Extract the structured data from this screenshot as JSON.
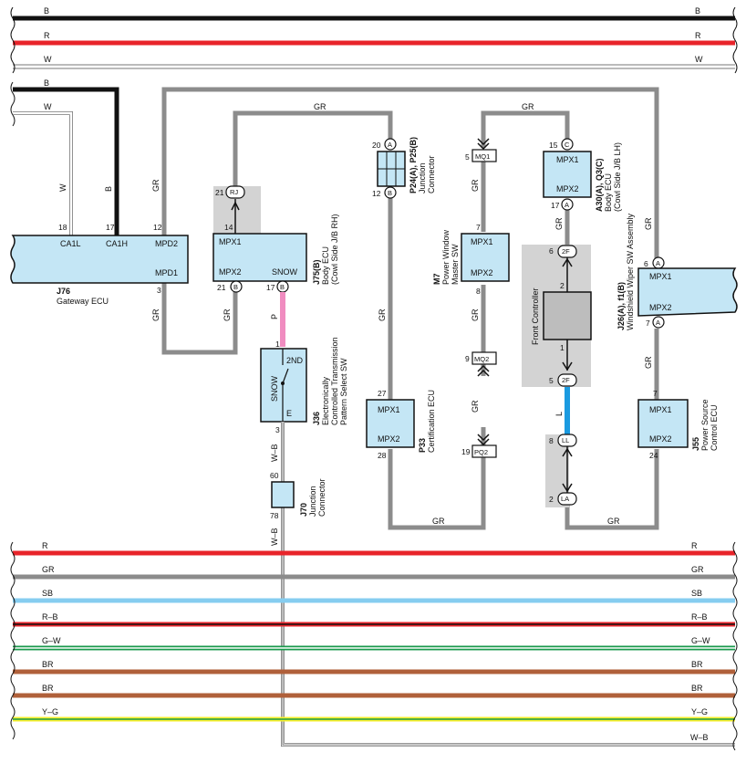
{
  "top_buses": [
    {
      "label": "B",
      "color": "#111111"
    },
    {
      "label": "R",
      "color": "#e8242a"
    },
    {
      "label": "W",
      "color": "#ffffff"
    }
  ],
  "bottom_buses": [
    {
      "label": "R",
      "color": "#e8242a"
    },
    {
      "label": "GR",
      "color": "#8c8c8c"
    },
    {
      "label": "SB",
      "color": "#86cdf0"
    },
    {
      "label": "R–B",
      "color": "#e8242a",
      "stripe": "#111111"
    },
    {
      "label": "G–W",
      "color": "#1a9a4c",
      "stripe": "#ffffff"
    },
    {
      "label": "BR",
      "color": "#b0603a"
    },
    {
      "label": "BR",
      "color": "#b0603a"
    },
    {
      "label": "Y–G",
      "color": "#f5ee2a",
      "stripe": "#1a9a4c"
    }
  ],
  "wire_labels": {
    "b_upper": "B",
    "w_upper": "W",
    "w_vert": "W",
    "b_vert": "B",
    "gr_left": "GR",
    "gr_top": "GR",
    "gr_mid": "GR",
    "gr_top2": "GR",
    "gr_j75": "GR",
    "gr_low_left": "GR",
    "gr_low_j75": "GR",
    "p_wire": "P",
    "wb1": "W–B",
    "wb2": "W–B",
    "wb_bottom": "W–B",
    "gr_p24": "GR",
    "gr_m7a": "GR",
    "gr_m7b": "GR",
    "gr_m7c": "GR",
    "gr_a30": "GR",
    "gr_j26": "GR",
    "gr_j26b": "GR",
    "gr_bot1": "GR",
    "gr_bot2": "GR",
    "l_wire": "L"
  },
  "components": {
    "j76": {
      "ref": "J76",
      "name": "Gateway ECU",
      "pin_ca1l": "CA1L",
      "pin_ca1h": "CA1H",
      "pin_mpd2": "MPD2",
      "pin_mpd1": "MPD1",
      "n18": "18",
      "n17": "17",
      "n12": "12",
      "n3": "3"
    },
    "j75": {
      "ref": "J75(B)",
      "name": "Body ECU",
      "loc": "(Cowl Side J/B RH)",
      "mpx1": "MPX1",
      "mpx2": "MPX2",
      "snow": "SNOW",
      "n21": "21",
      "n14": "14",
      "n21b": "21",
      "n17": "17",
      "c_rj": "RJ",
      "c_b1": "B",
      "c_b2": "B"
    },
    "j36": {
      "ref": "J36",
      "name1": "Electronically",
      "name2": "Controlled Transmission",
      "name3": "Pattern Select SW",
      "snow": "SNOW",
      "nd2": "2ND",
      "e": "E",
      "n1": "1",
      "n3": "3"
    },
    "j70": {
      "ref": "J70",
      "name1": "Junction",
      "name2": "Connector",
      "n60": "60",
      "n78": "78"
    },
    "p24": {
      "ref": "P24(A), P25(B)",
      "name1": "Junction",
      "name2": "Connector",
      "n20": "20",
      "n12": "12",
      "c_a": "A",
      "c_b": "B"
    },
    "p33": {
      "ref": "P33",
      "name": "Certification ECU",
      "mpx1": "MPX1",
      "mpx2": "MPX2",
      "n27": "27",
      "n28": "28"
    },
    "m7": {
      "ref": "M7",
      "name1": "Power Window",
      "name2": "Master SW",
      "mpx1": "MPX1",
      "mpx2": "MPX2",
      "n7": "7",
      "n8": "8",
      "n5": "5",
      "n9": "9",
      "n19": "19",
      "mq1": "MQ1",
      "mq2": "MQ2",
      "pq2": "PQ2"
    },
    "a30": {
      "ref": "A30(A), Q3(C)",
      "name": "Body ECU",
      "loc": "(Cowl Side J/B LH)",
      "mpx1": "MPX1",
      "mpx2": "MPX2",
      "n15": "15",
      "n17": "17",
      "c_c": "C",
      "c_a": "A"
    },
    "front": {
      "name": "Front Controller",
      "n6": "6",
      "n5": "5",
      "n2": "2",
      "n1": "1",
      "c_2f_top": "2F",
      "c_2f_bot": "2F",
      "n8": "8",
      "n2b": "2",
      "ll": "LL",
      "la": "LA"
    },
    "j26": {
      "ref": "J26(A), f1(B)",
      "name": "Windshield Wiper SW Assembly",
      "mpx1": "MPX1",
      "mpx2": "MPX2",
      "n6": "6",
      "n7": "7",
      "c_a1": "A",
      "c_a2": "A"
    },
    "j55": {
      "ref": "J55",
      "name1": "Power Source",
      "name2": "Control ECU",
      "mpx1": "MPX1",
      "mpx2": "MPX2",
      "n7": "7",
      "n24": "24"
    }
  }
}
